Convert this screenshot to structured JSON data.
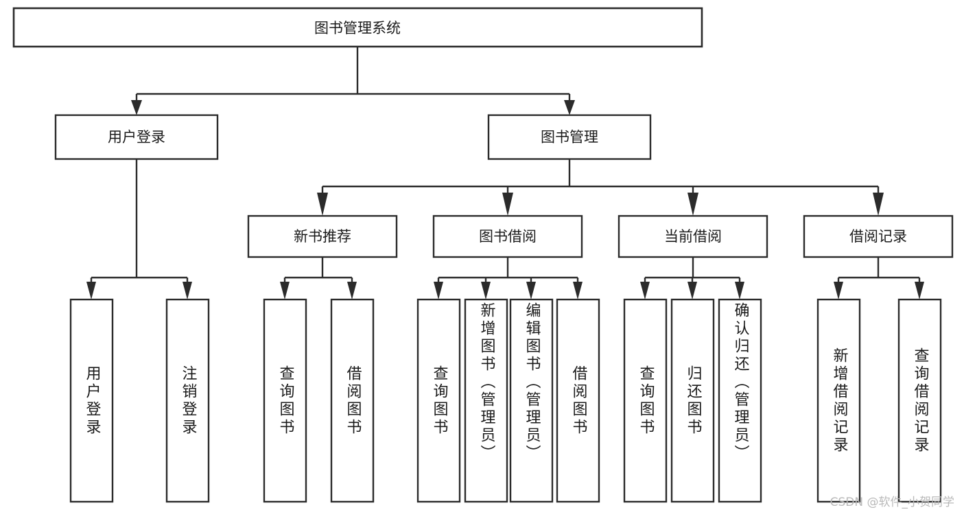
{
  "diagram": {
    "title": "图书管理系统",
    "watermark": "CSDN @软件_小贺同学",
    "colors": {
      "background": "#ffffff",
      "stroke": "#2b2b2b",
      "text": "#1a1a1a",
      "watermark": "#b9b9b9"
    },
    "levels": {
      "root": {
        "label": "图书管理系统"
      },
      "level2": [
        {
          "id": "user-login",
          "label": "用户登录"
        },
        {
          "id": "book-management",
          "label": "图书管理"
        }
      ],
      "level3": [
        {
          "id": "new-book-recommend",
          "label": "新书推荐",
          "parent": "book-management"
        },
        {
          "id": "book-borrow",
          "label": "图书借阅",
          "parent": "book-management"
        },
        {
          "id": "current-borrow",
          "label": "当前借阅",
          "parent": "book-management"
        },
        {
          "id": "borrow-record",
          "label": "借阅记录",
          "parent": "book-management"
        }
      ],
      "leaves": [
        {
          "id": "leaf-user-login",
          "label": "用户登录",
          "parent": "user-login"
        },
        {
          "id": "leaf-logout",
          "label": "注销登录",
          "parent": "user-login"
        },
        {
          "id": "leaf-query-book-1",
          "label": "查询图书",
          "parent": "new-book-recommend"
        },
        {
          "id": "leaf-borrow-book-1",
          "label": "借阅图书",
          "parent": "new-book-recommend"
        },
        {
          "id": "leaf-query-book-2",
          "label": "查询图书",
          "parent": "book-borrow"
        },
        {
          "id": "leaf-add-book",
          "label": "新增图书（管理员）",
          "parent": "book-borrow"
        },
        {
          "id": "leaf-edit-book",
          "label": "编辑图书（管理员）",
          "parent": "book-borrow"
        },
        {
          "id": "leaf-borrow-book-2",
          "label": "借阅图书",
          "parent": "book-borrow"
        },
        {
          "id": "leaf-query-book-3",
          "label": "查询图书",
          "parent": "current-borrow"
        },
        {
          "id": "leaf-return-book",
          "label": "归还图书",
          "parent": "current-borrow"
        },
        {
          "id": "leaf-confirm-return",
          "label": "确认归还（管理员）",
          "parent": "current-borrow"
        },
        {
          "id": "leaf-add-record",
          "label": "新增借阅记录",
          "parent": "borrow-record"
        },
        {
          "id": "leaf-query-record",
          "label": "查询借阅记录",
          "parent": "borrow-record"
        }
      ]
    }
  }
}
